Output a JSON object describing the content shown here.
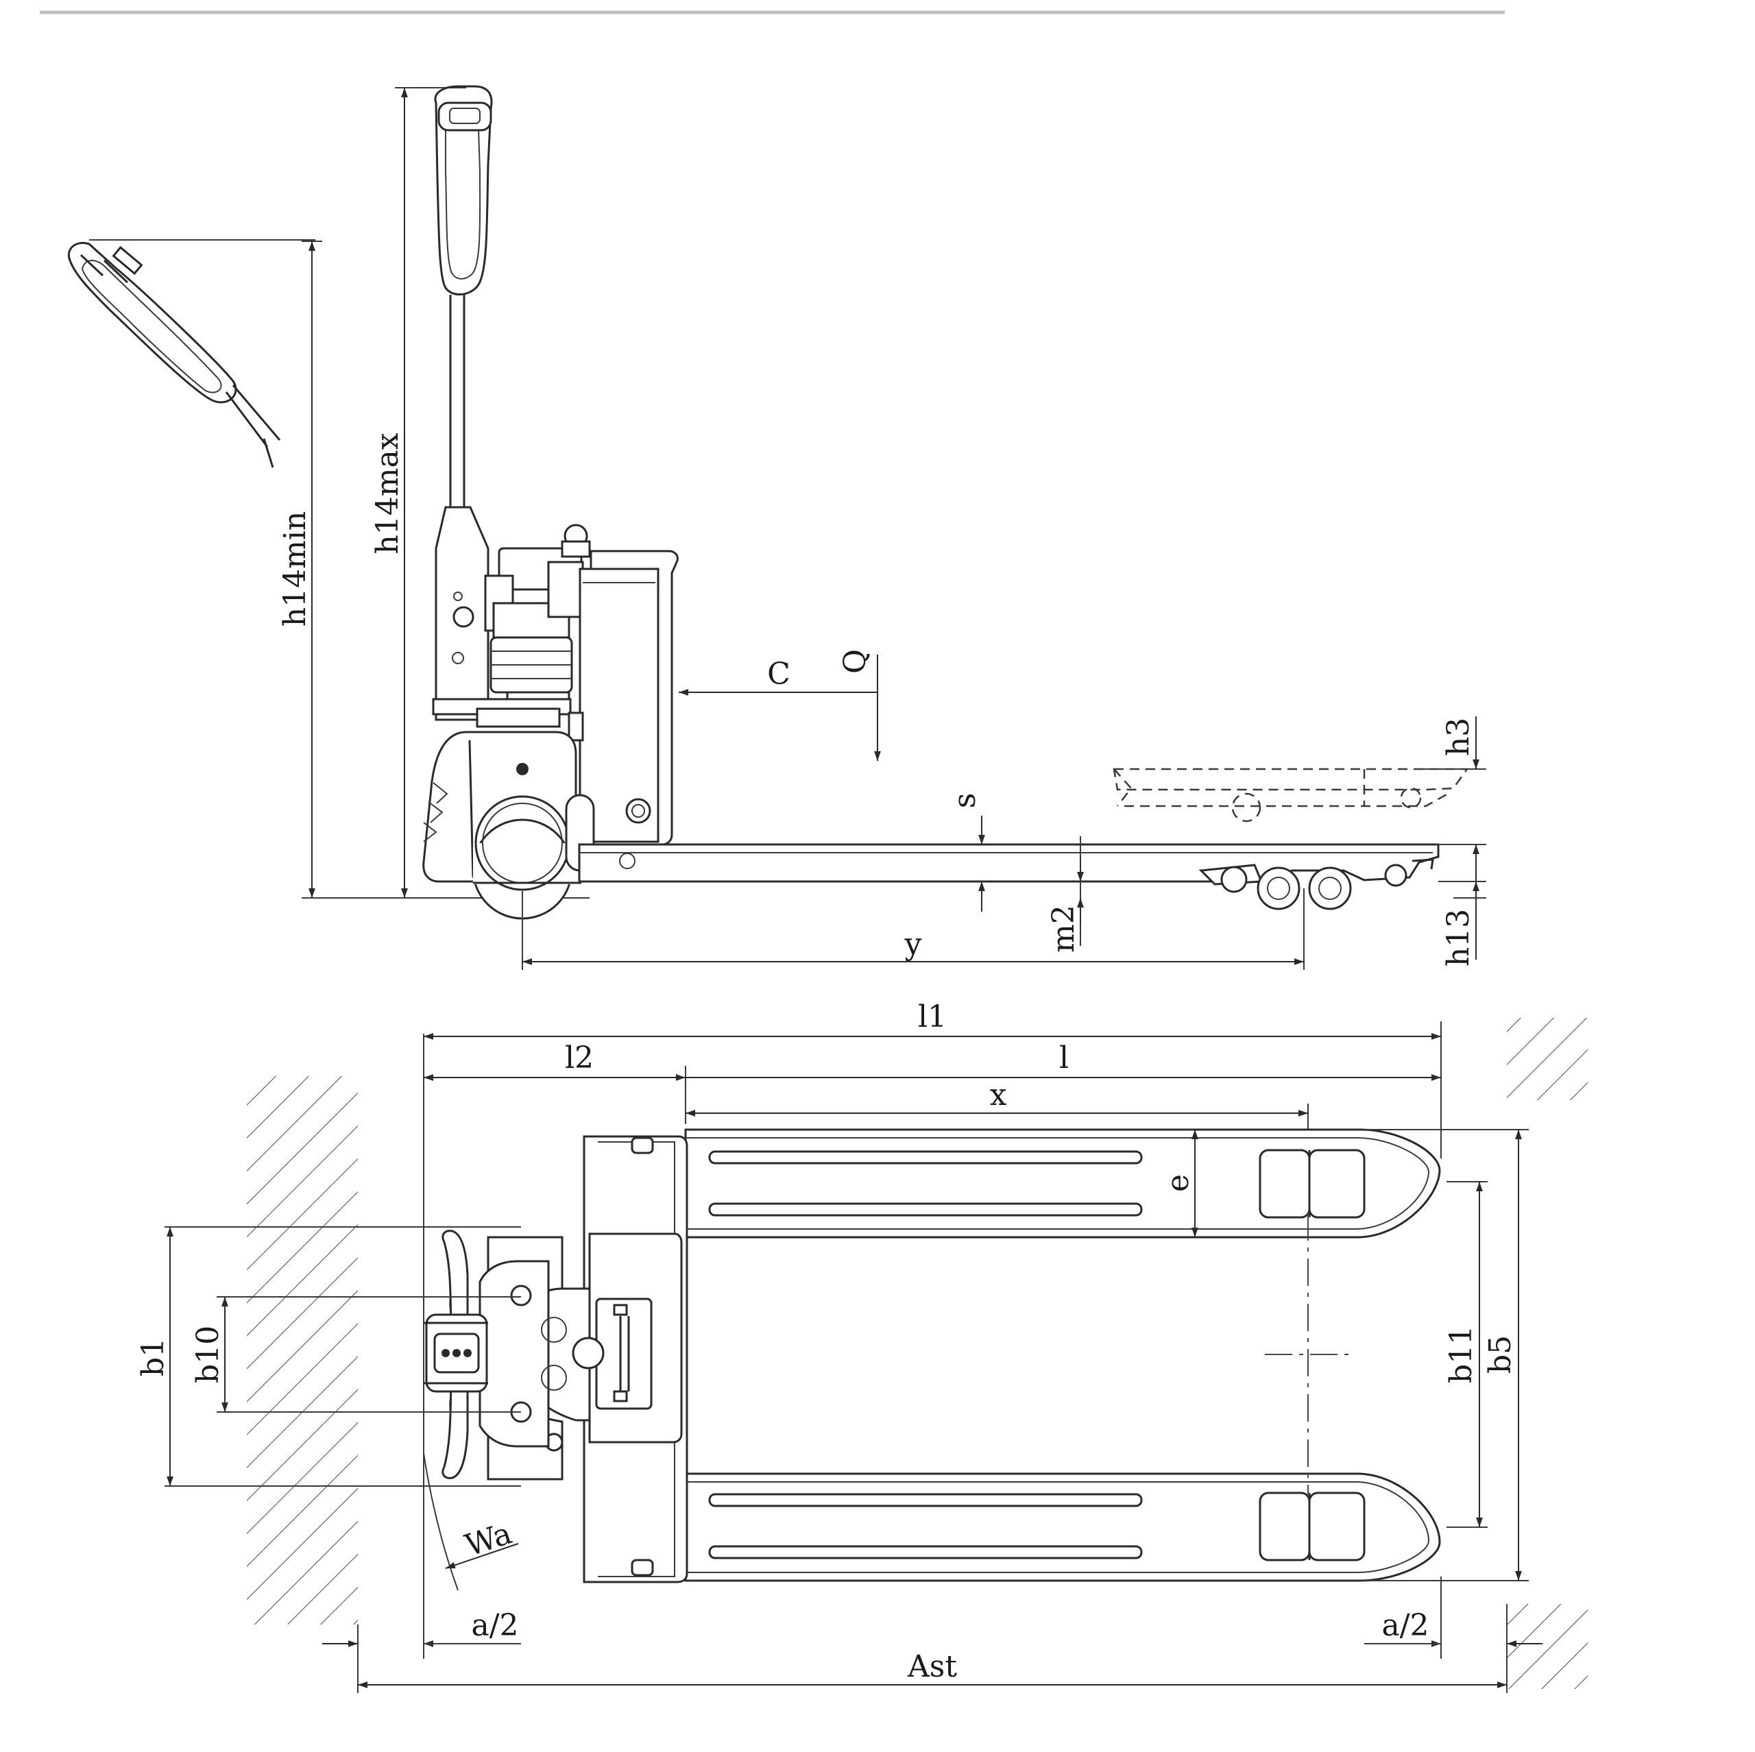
{
  "labels": {
    "h14min": "h14min",
    "h14max": "h14max",
    "c": "C",
    "q": "Q",
    "h3": "h3",
    "s": "s",
    "m2": "m2",
    "y": "y",
    "h13": "h13",
    "l1": "l1",
    "l2": "l2",
    "l": "l",
    "x": "x",
    "e": "e",
    "b1": "b1",
    "b10": "b10",
    "b11": "b11",
    "b5": "b5",
    "wa": "Wa",
    "a2_left": "a/2",
    "a2_right": "a/2",
    "ast": "Ast"
  },
  "colors": {
    "line": "#2a2a2a",
    "rule": "#bdbdbd",
    "background": "#ffffff"
  }
}
